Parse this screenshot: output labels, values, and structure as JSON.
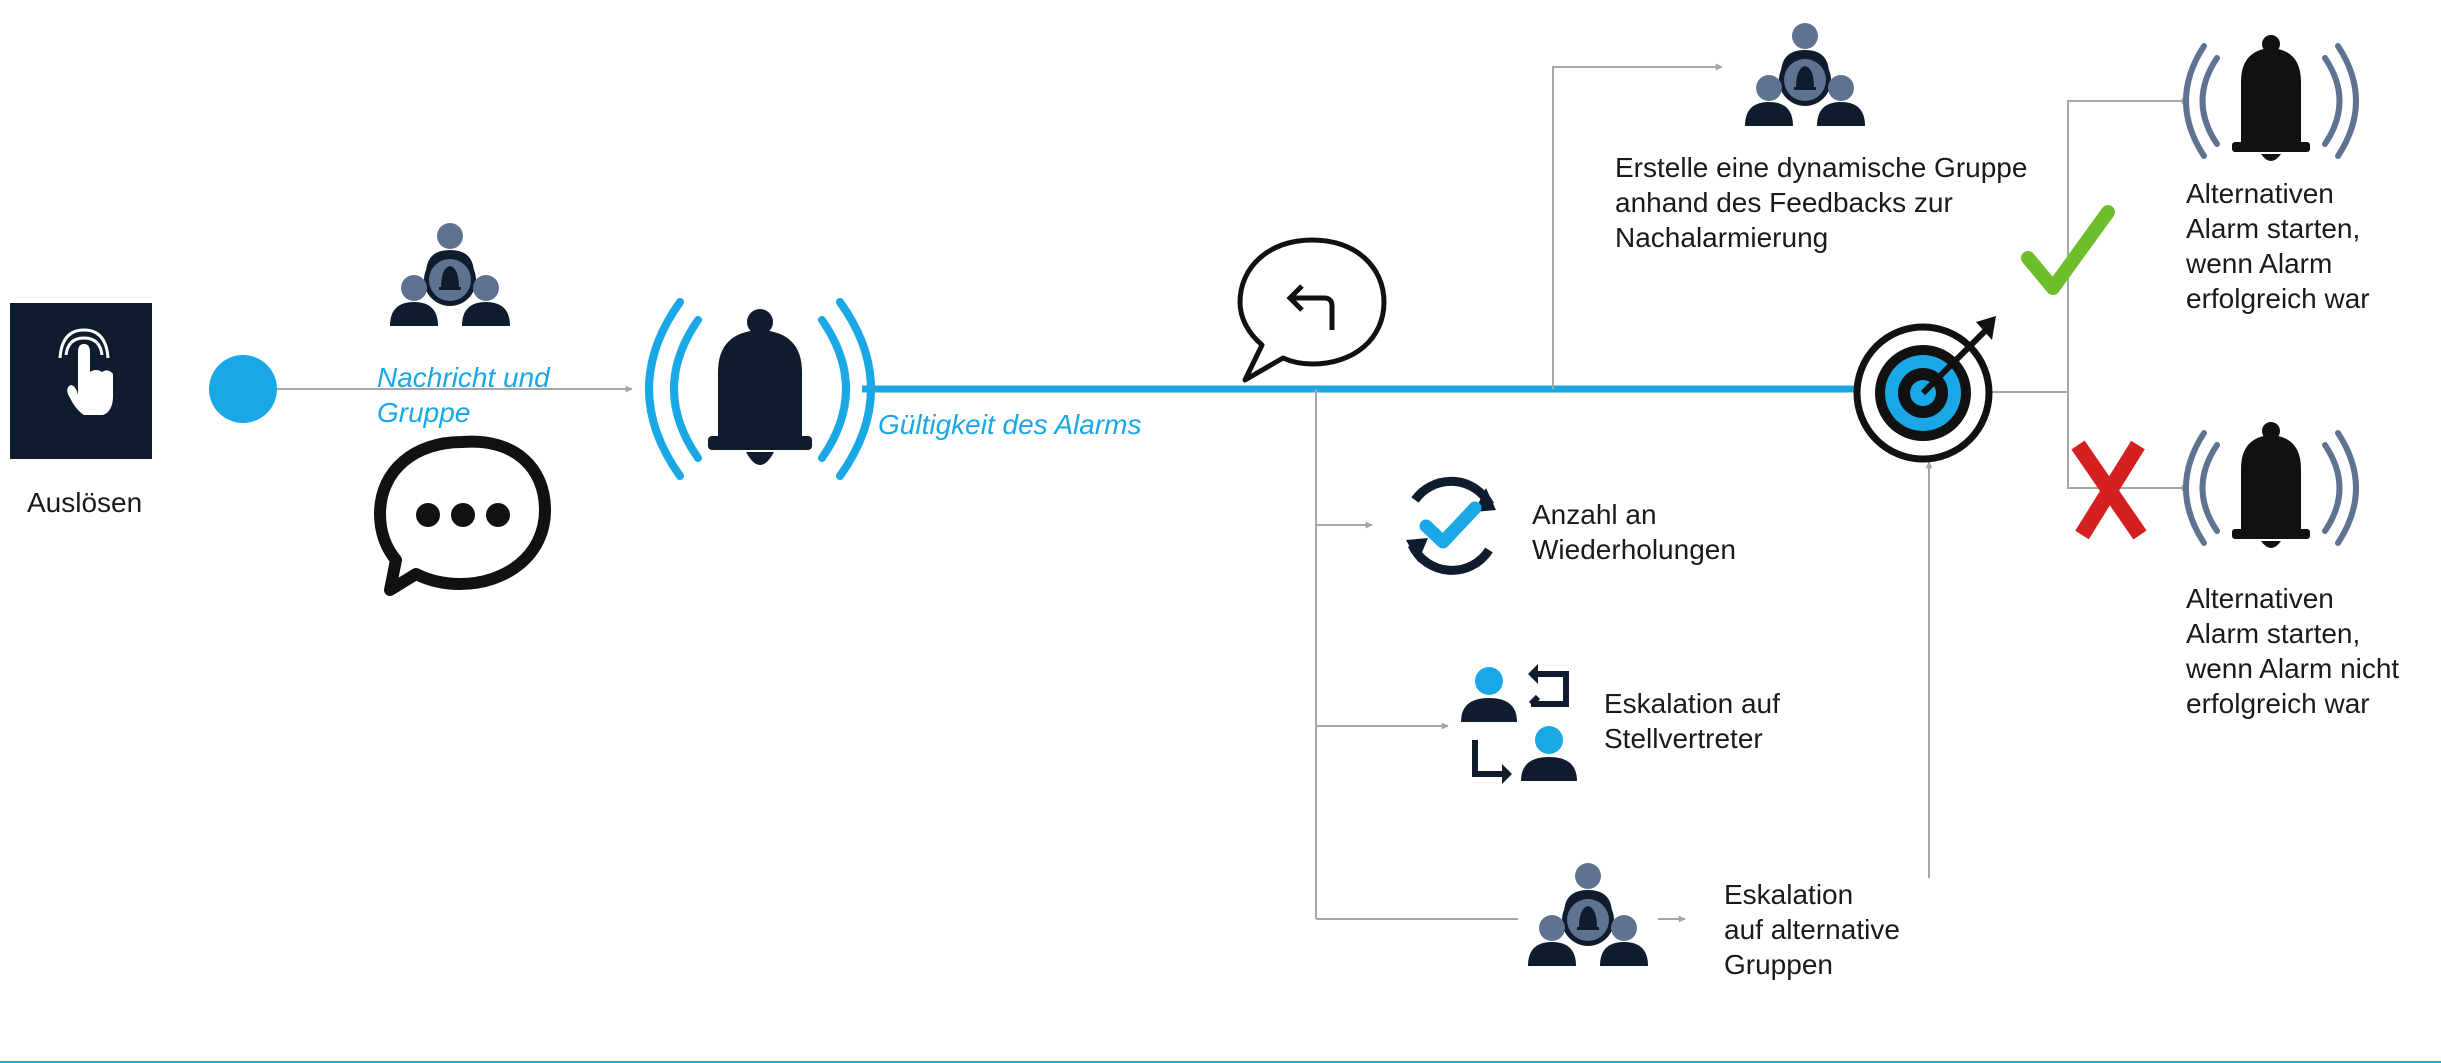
{
  "colors": {
    "accent": "#1aa7e6",
    "dark": "#0f1c2e",
    "line": "#a6a6a6",
    "check": "#6cbf2a",
    "cross": "#d42020",
    "bell_alt_waves": "#5f7390"
  },
  "trigger": {
    "label": "Auslösen",
    "icon": "touch-hand-icon"
  },
  "message_group": {
    "line1": "Nachricht und",
    "line2": "Gruppe",
    "icons": [
      "group-bell-icon",
      "chat-dots-icon"
    ]
  },
  "alarm": {
    "icon": "ringing-bell-icon",
    "validity_label": "Gültigkeit des Alarms"
  },
  "feedback": {
    "icon": "reply-bubble-icon"
  },
  "dynamic_group": {
    "line1": "Erstelle eine dynamische Gruppe",
    "line2": "anhand des Feedbacks zur",
    "line3": "Nachalarmierung",
    "icon": "group-bell-icon"
  },
  "repetitions": {
    "line1": "Anzahl an",
    "line2": "Wiederholungen",
    "icon": "repeat-check-icon"
  },
  "deputy": {
    "line1": "Eskalation auf",
    "line2": "Stellvertreter",
    "icon": "user-swap-icon"
  },
  "alt_groups": {
    "line1": "Eskalation",
    "line2": "auf alternative",
    "line3": "Gruppen",
    "icon": "group-bell-icon"
  },
  "target": {
    "icon": "target-icon"
  },
  "success": {
    "line1": "Alternativen",
    "line2": "Alarm starten,",
    "line3": "wenn Alarm",
    "line4": "erfolgreich war",
    "icon": "check-icon"
  },
  "failure": {
    "line1": "Alternativen",
    "line2": "Alarm starten,",
    "line3": "wenn Alarm nicht",
    "line4": "erfolgreich war",
    "icon": "cross-icon"
  }
}
